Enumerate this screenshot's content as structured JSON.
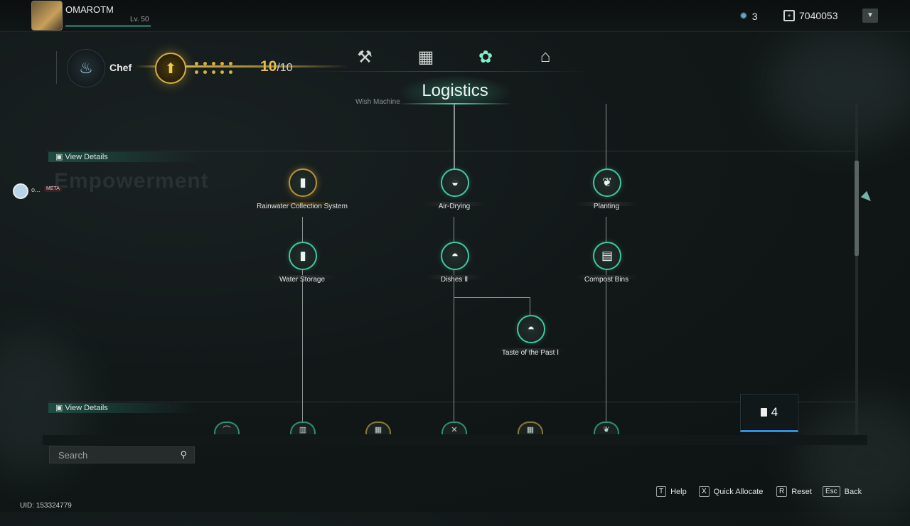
{
  "player": {
    "name": "OMAROTM",
    "level": "Lv. 50"
  },
  "resources": [
    {
      "icon": "star-shard-icon",
      "value": "3"
    },
    {
      "icon": "currency-icon",
      "value": "7040053"
    }
  ],
  "class_header": {
    "name": "Chef",
    "points_current": "10",
    "points_max": "/10"
  },
  "tabs": [
    {
      "icon": "tools-icon"
    },
    {
      "icon": "workbench-icon"
    },
    {
      "icon": "logistics-tree-icon"
    },
    {
      "icon": "building-icon"
    }
  ],
  "active_tab_title": "Logistics",
  "partial_label": "Wish Machine",
  "sections": [
    {
      "details_label": "View Details",
      "ghost_title": "Empowerment"
    },
    {
      "details_label": "View Details"
    }
  ],
  "side_user": {
    "label": "o...",
    "badge": "META"
  },
  "nodes": [
    {
      "label": "Rainwater Collection System",
      "icon": "water-bottle-icon",
      "state": "unlocked-gold"
    },
    {
      "label": "Air-Drying",
      "icon": "dried-food-icon",
      "state": "unlocked"
    },
    {
      "label": "Planting",
      "icon": "sprout-icon",
      "state": "unlocked"
    },
    {
      "label": "Water Storage",
      "icon": "water-bottle-icon",
      "state": "unlocked"
    },
    {
      "label": "Dishes Ⅱ",
      "icon": "dish-icon",
      "state": "unlocked"
    },
    {
      "label": "Compost Bins",
      "icon": "compost-bin-icon",
      "state": "unlocked"
    },
    {
      "label": "Taste of the Past Ⅰ",
      "icon": "dish-icon",
      "state": "unlocked"
    }
  ],
  "available_points": "4",
  "search": {
    "placeholder": "Search"
  },
  "uid": "UID: 153324779",
  "hints": [
    {
      "key": "T",
      "label": "Help"
    },
    {
      "key": "X",
      "label": "Quick Allocate"
    },
    {
      "key": "R",
      "label": "Reset"
    },
    {
      "key": "Esc",
      "label": "Back"
    }
  ],
  "colors": {
    "accent": "#3fcaa0",
    "gold": "#d9b040",
    "points_border": "#2f8fe0"
  }
}
